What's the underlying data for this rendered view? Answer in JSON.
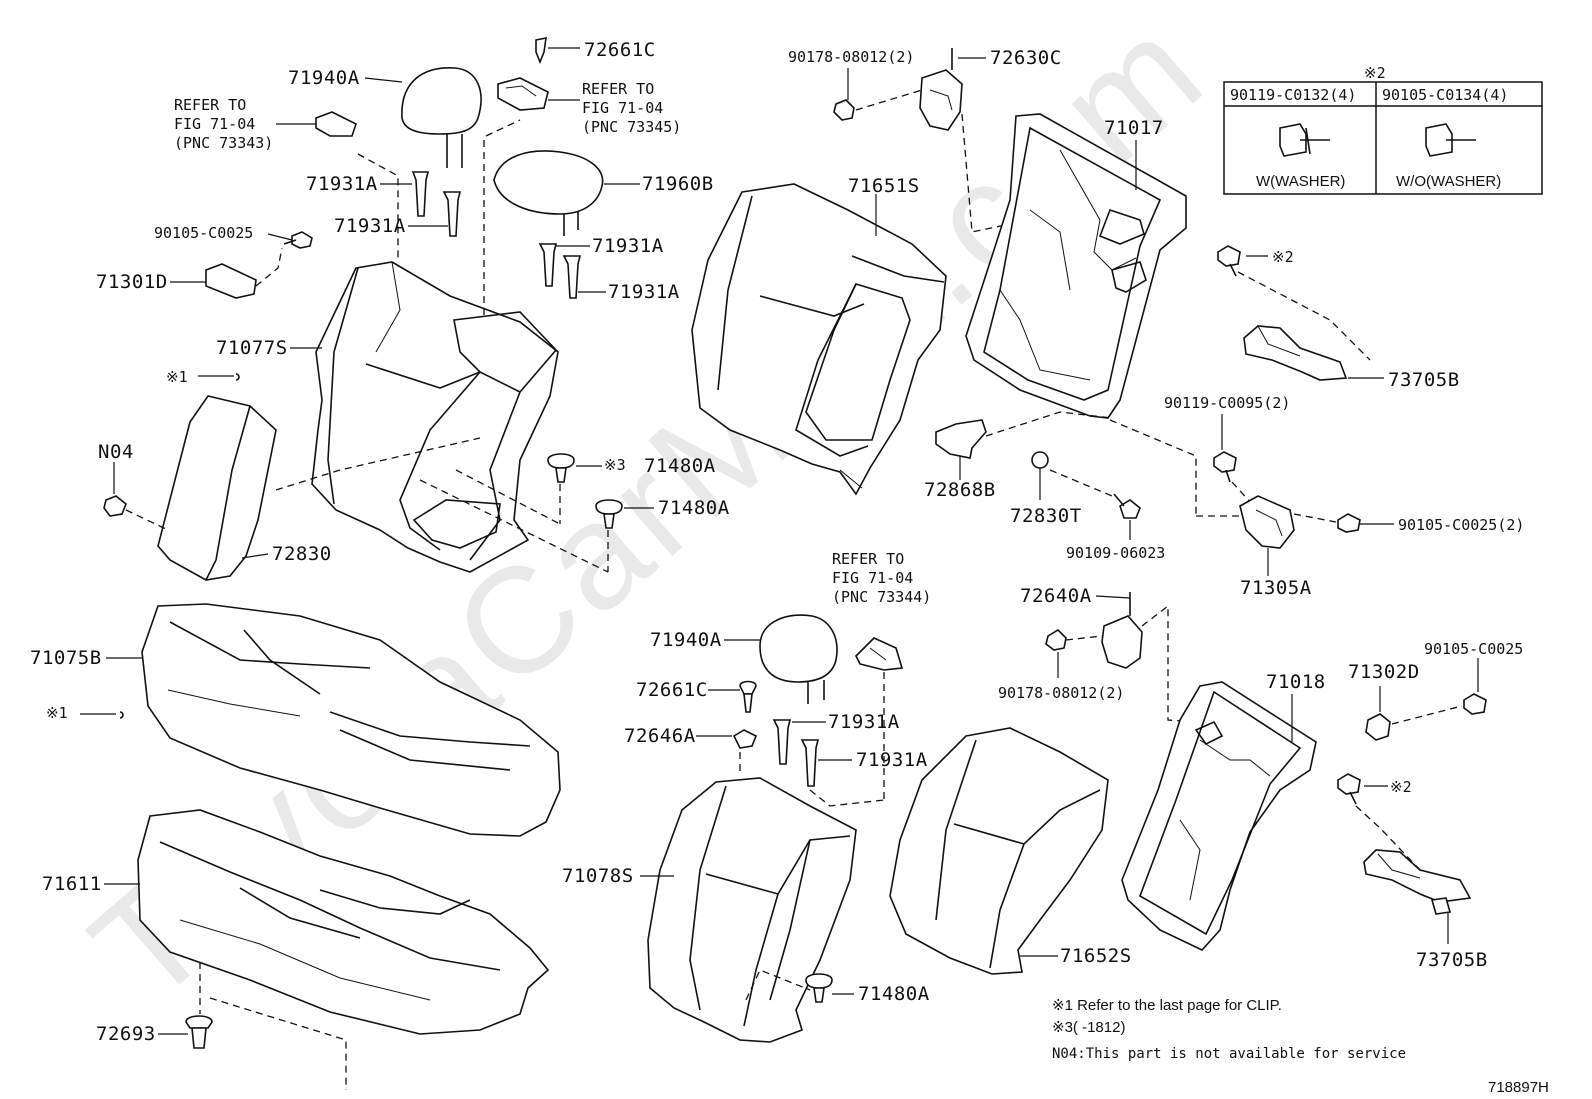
{
  "watermark": "ToyotaCarMart.com",
  "diagram_id": "718897H",
  "fastener_table": {
    "header": "※2",
    "columns": [
      {
        "part": "90119-C0132(4)",
        "caption": "W(WASHER)"
      },
      {
        "part": "90105-C0134(4)",
        "caption": "W/O(WASHER)"
      }
    ]
  },
  "refer_notes": [
    {
      "line1": "REFER TO",
      "line2": "FIG 71-04",
      "line3": "(PNC 73343)"
    },
    {
      "line1": "REFER TO",
      "line2": "FIG 71-04",
      "line3": "(PNC 73345)"
    },
    {
      "line1": "REFER TO",
      "line2": "FIG 71-04",
      "line3": "(PNC 73344)"
    }
  ],
  "labels": {
    "p72661C_top": "72661C",
    "p71940A_top": "71940A",
    "p71931A_1": "71931A",
    "p71931A_2": "71931A",
    "p71960B": "71960B",
    "p71931A_3": "71931A",
    "p71931A_4": "71931A",
    "p90105C0025_a": "90105-C0025",
    "p71301D": "71301D",
    "p71077S": "71077S",
    "p_mark1_a": "※1",
    "pN04": "N04",
    "p71480A_a": "71480A",
    "p_mark3": "※3",
    "p71480A_b": "71480A",
    "p72830": "72830",
    "p90178_top": "90178-08012(2)",
    "p72630C": "72630C",
    "p71017": "71017",
    "p71651S": "71651S",
    "p_mark2_a": "※2",
    "p73705B_a": "73705B",
    "p90119C0095": "90119-C0095(2)",
    "p72868B": "72868B",
    "p72830T": "72830T",
    "p90109": "90109-06023",
    "p90105C0025_2": "90105-C0025(2)",
    "p71305A": "71305A",
    "p71075B": "71075B",
    "p_mark1_b": "※1",
    "p71611": "71611",
    "p72693": "72693",
    "p71940A_b": "71940A",
    "p72661C_b": "72661C",
    "p72646A": "72646A",
    "p71931A_5": "71931A",
    "p71931A_6": "71931A",
    "p71078S": "71078S",
    "p71480A_c": "71480A",
    "p72640A": "72640A",
    "p90178_b": "90178-08012(2)",
    "p71652S": "71652S",
    "p71018": "71018",
    "p71302D": "71302D",
    "p90105C0025_b": "90105-C0025",
    "p_mark2_b": "※2",
    "p73705B_b": "73705B"
  },
  "footnotes": [
    "※1 Refer to the last page for CLIP.",
    "※3(        -1812)",
    "N04:This part is not available for service"
  ]
}
